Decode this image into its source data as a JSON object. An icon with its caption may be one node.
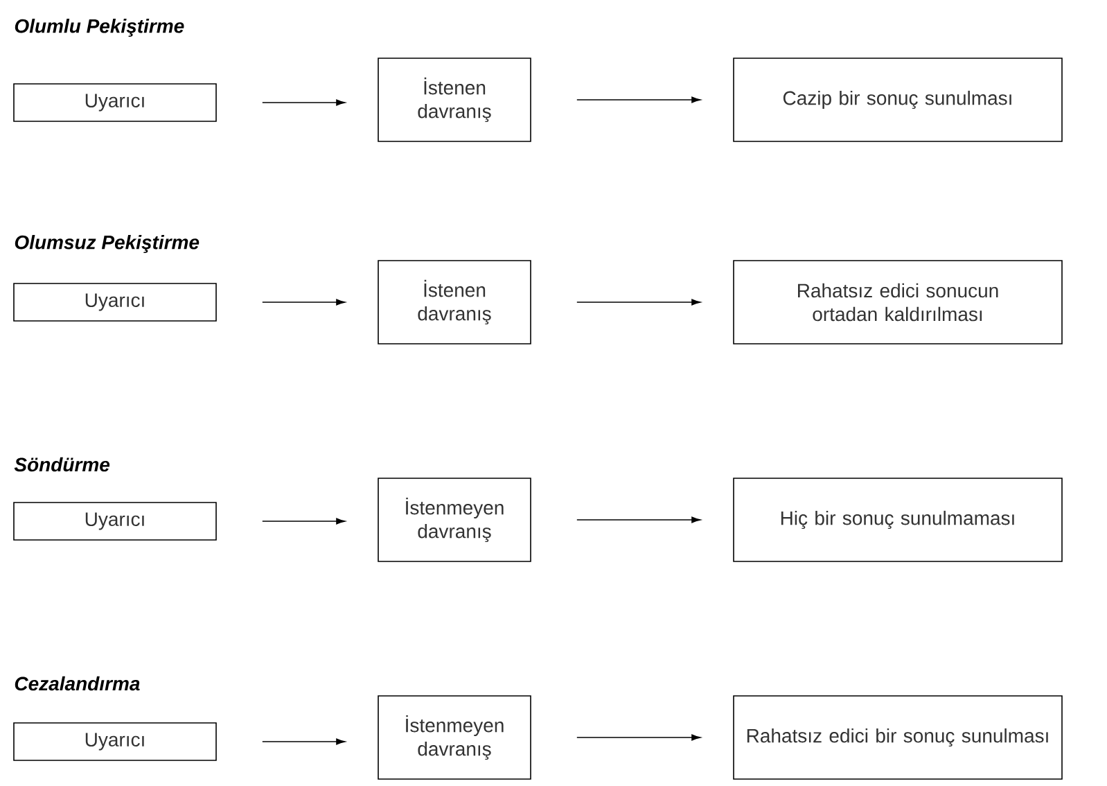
{
  "diagram": {
    "nodes": [
      {
        "text": [
          "Uyarıcı"
        ]
      },
      {
        "text": [
          "İstenen davranış"
        ]
      },
      {
        "text": [
          "Cazip bir sonuç sunulması"
        ]
      },
      {
        "text": [
          "Uyarıcı"
        ]
      },
      {
        "text": [
          "İstenen davranış"
        ]
      },
      {
        "text": [
          "Rahatsız edici sonucun ortadan kaldırılması"
        ]
      },
      {
        "text": [
          "Uyarıcı"
        ]
      },
      {
        "text": [
          "İstenmeyen davranış"
        ]
      },
      {
        "text": [
          "Hiç bir sonuç sunulmaması"
        ]
      },
      {
        "text": [
          "Uyarıcı"
        ]
      },
      {
        "text": [
          "İstenmeyen davranış"
        ]
      },
      {
        "text": [
          "Rahatsız edici bir sonuç sunulması"
        ]
      }
    ],
    "edges": [
      {
        "from": 0,
        "to": 1,
        "arrow": "to"
      },
      {
        "from": 1,
        "to": 2,
        "arrow": "to"
      },
      {
        "from": 3,
        "to": 4,
        "arrow": "to"
      },
      {
        "from": 4,
        "to": 5,
        "arrow": "to"
      },
      {
        "from": 6,
        "to": 7,
        "arrow": "to"
      },
      {
        "from": 7,
        "to": 8,
        "arrow": "to"
      },
      {
        "from": 9,
        "to": 10,
        "arrow": "to"
      },
      {
        "from": 10,
        "to": 11,
        "arrow": "to"
      }
    ],
    "labels": [
      "Olumlu Pekiştirme",
      "Olumsuz Pekiştirme",
      "Söndürme",
      "Cezalandırma"
    ]
  }
}
